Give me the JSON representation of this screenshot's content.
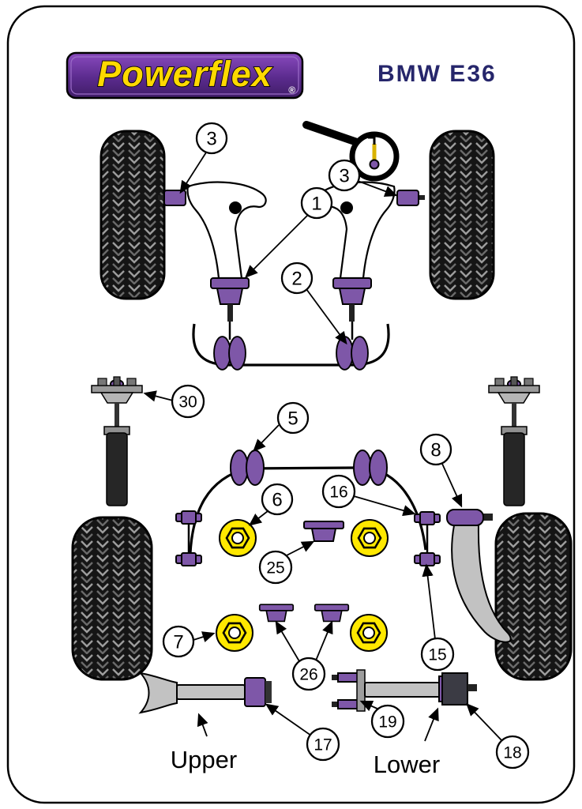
{
  "brand": {
    "logo_text": "Powerflex",
    "reg_mark": "®"
  },
  "header": {
    "title": "BMW E36"
  },
  "diagram": {
    "callouts": {
      "c3a": "3",
      "c3b": "3",
      "c1": "1",
      "c2": "2",
      "c30": "30",
      "c5": "5",
      "c8": "8",
      "c6": "6",
      "c16": "16",
      "c25": "25",
      "c7": "7",
      "c26": "26",
      "c15": "15",
      "c17": "17",
      "c19": "19",
      "c18": "18"
    },
    "labels": {
      "upper": "Upper",
      "lower": "Lower"
    }
  },
  "colors": {
    "logo_purple": "#5b2b8e",
    "logo_yellow": "#ffd900",
    "title_navy": "#26266b",
    "bushing_purple": "#7e57a8",
    "bushing_yellow": "#ffe800",
    "tire_black": "#151515"
  }
}
